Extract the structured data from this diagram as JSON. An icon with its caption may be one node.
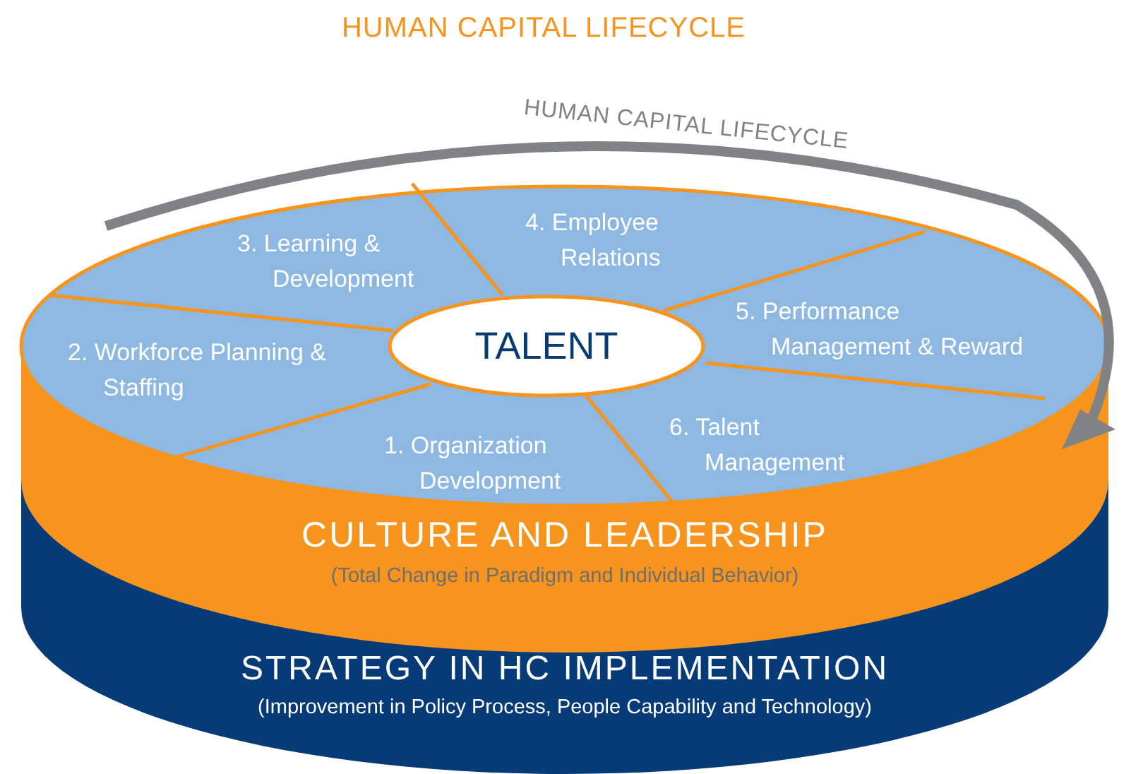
{
  "diagram": {
    "title": "HUMAN CAPITAL LIFECYCLE",
    "nodes": [
      {
        "text": [
          "TALENT"
        ]
      },
      {
        "text": [
          "1. Organization Development"
        ]
      },
      {
        "text": [
          "2. Workforce Planning & Staffing"
        ]
      },
      {
        "text": [
          "3. Learning & Development"
        ]
      },
      {
        "text": [
          "4. Employee Relations"
        ]
      },
      {
        "text": [
          "5. Performance Management & Reward"
        ]
      },
      {
        "text": [
          "6. Talent Management"
        ]
      },
      {
        "text": [
          "CULTURE AND LEADERSHIP",
          "(Total Change in Paradigm and Individual Behavior)"
        ]
      },
      {
        "text": [
          "STRATEGY IN HC IMPLEMENTATION",
          "(Improvement in Policy Process, People Capability and Technology)"
        ]
      }
    ],
    "labels": [
      "HUMAN CAPITAL LIFECYCLE"
    ]
  }
}
